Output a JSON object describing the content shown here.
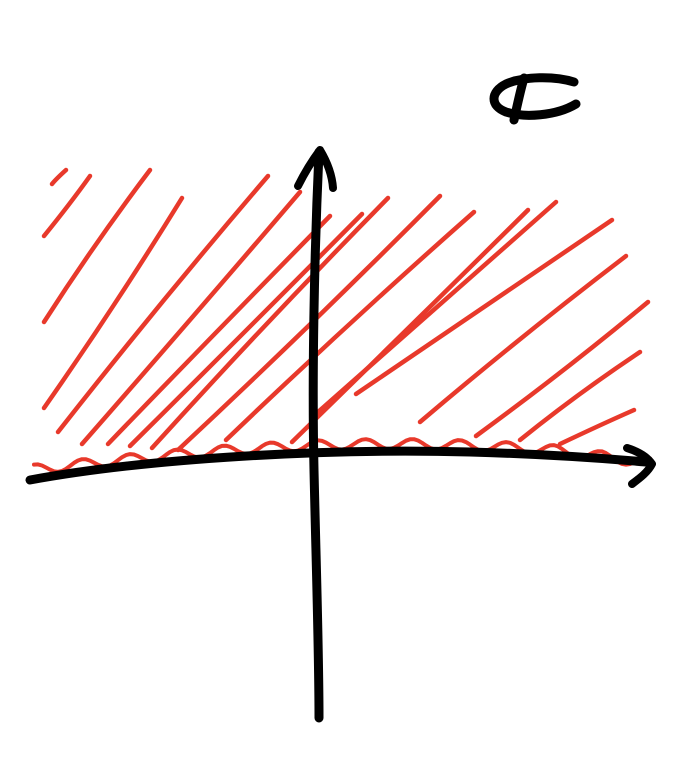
{
  "diagram": {
    "colors": {
      "ink": "#000000",
      "shading": "#e8392b",
      "background": "#ffffff"
    },
    "symbol": {
      "icon": "complex-plane-symbol-icon",
      "glyph": "ℂ"
    },
    "region": {
      "shaded": "upper-half-plane",
      "boundary_style": "wavy"
    },
    "axes": {
      "horizontal": "real-axis",
      "vertical": "imaginary-axis",
      "arrowheads": [
        "right",
        "up"
      ]
    }
  }
}
